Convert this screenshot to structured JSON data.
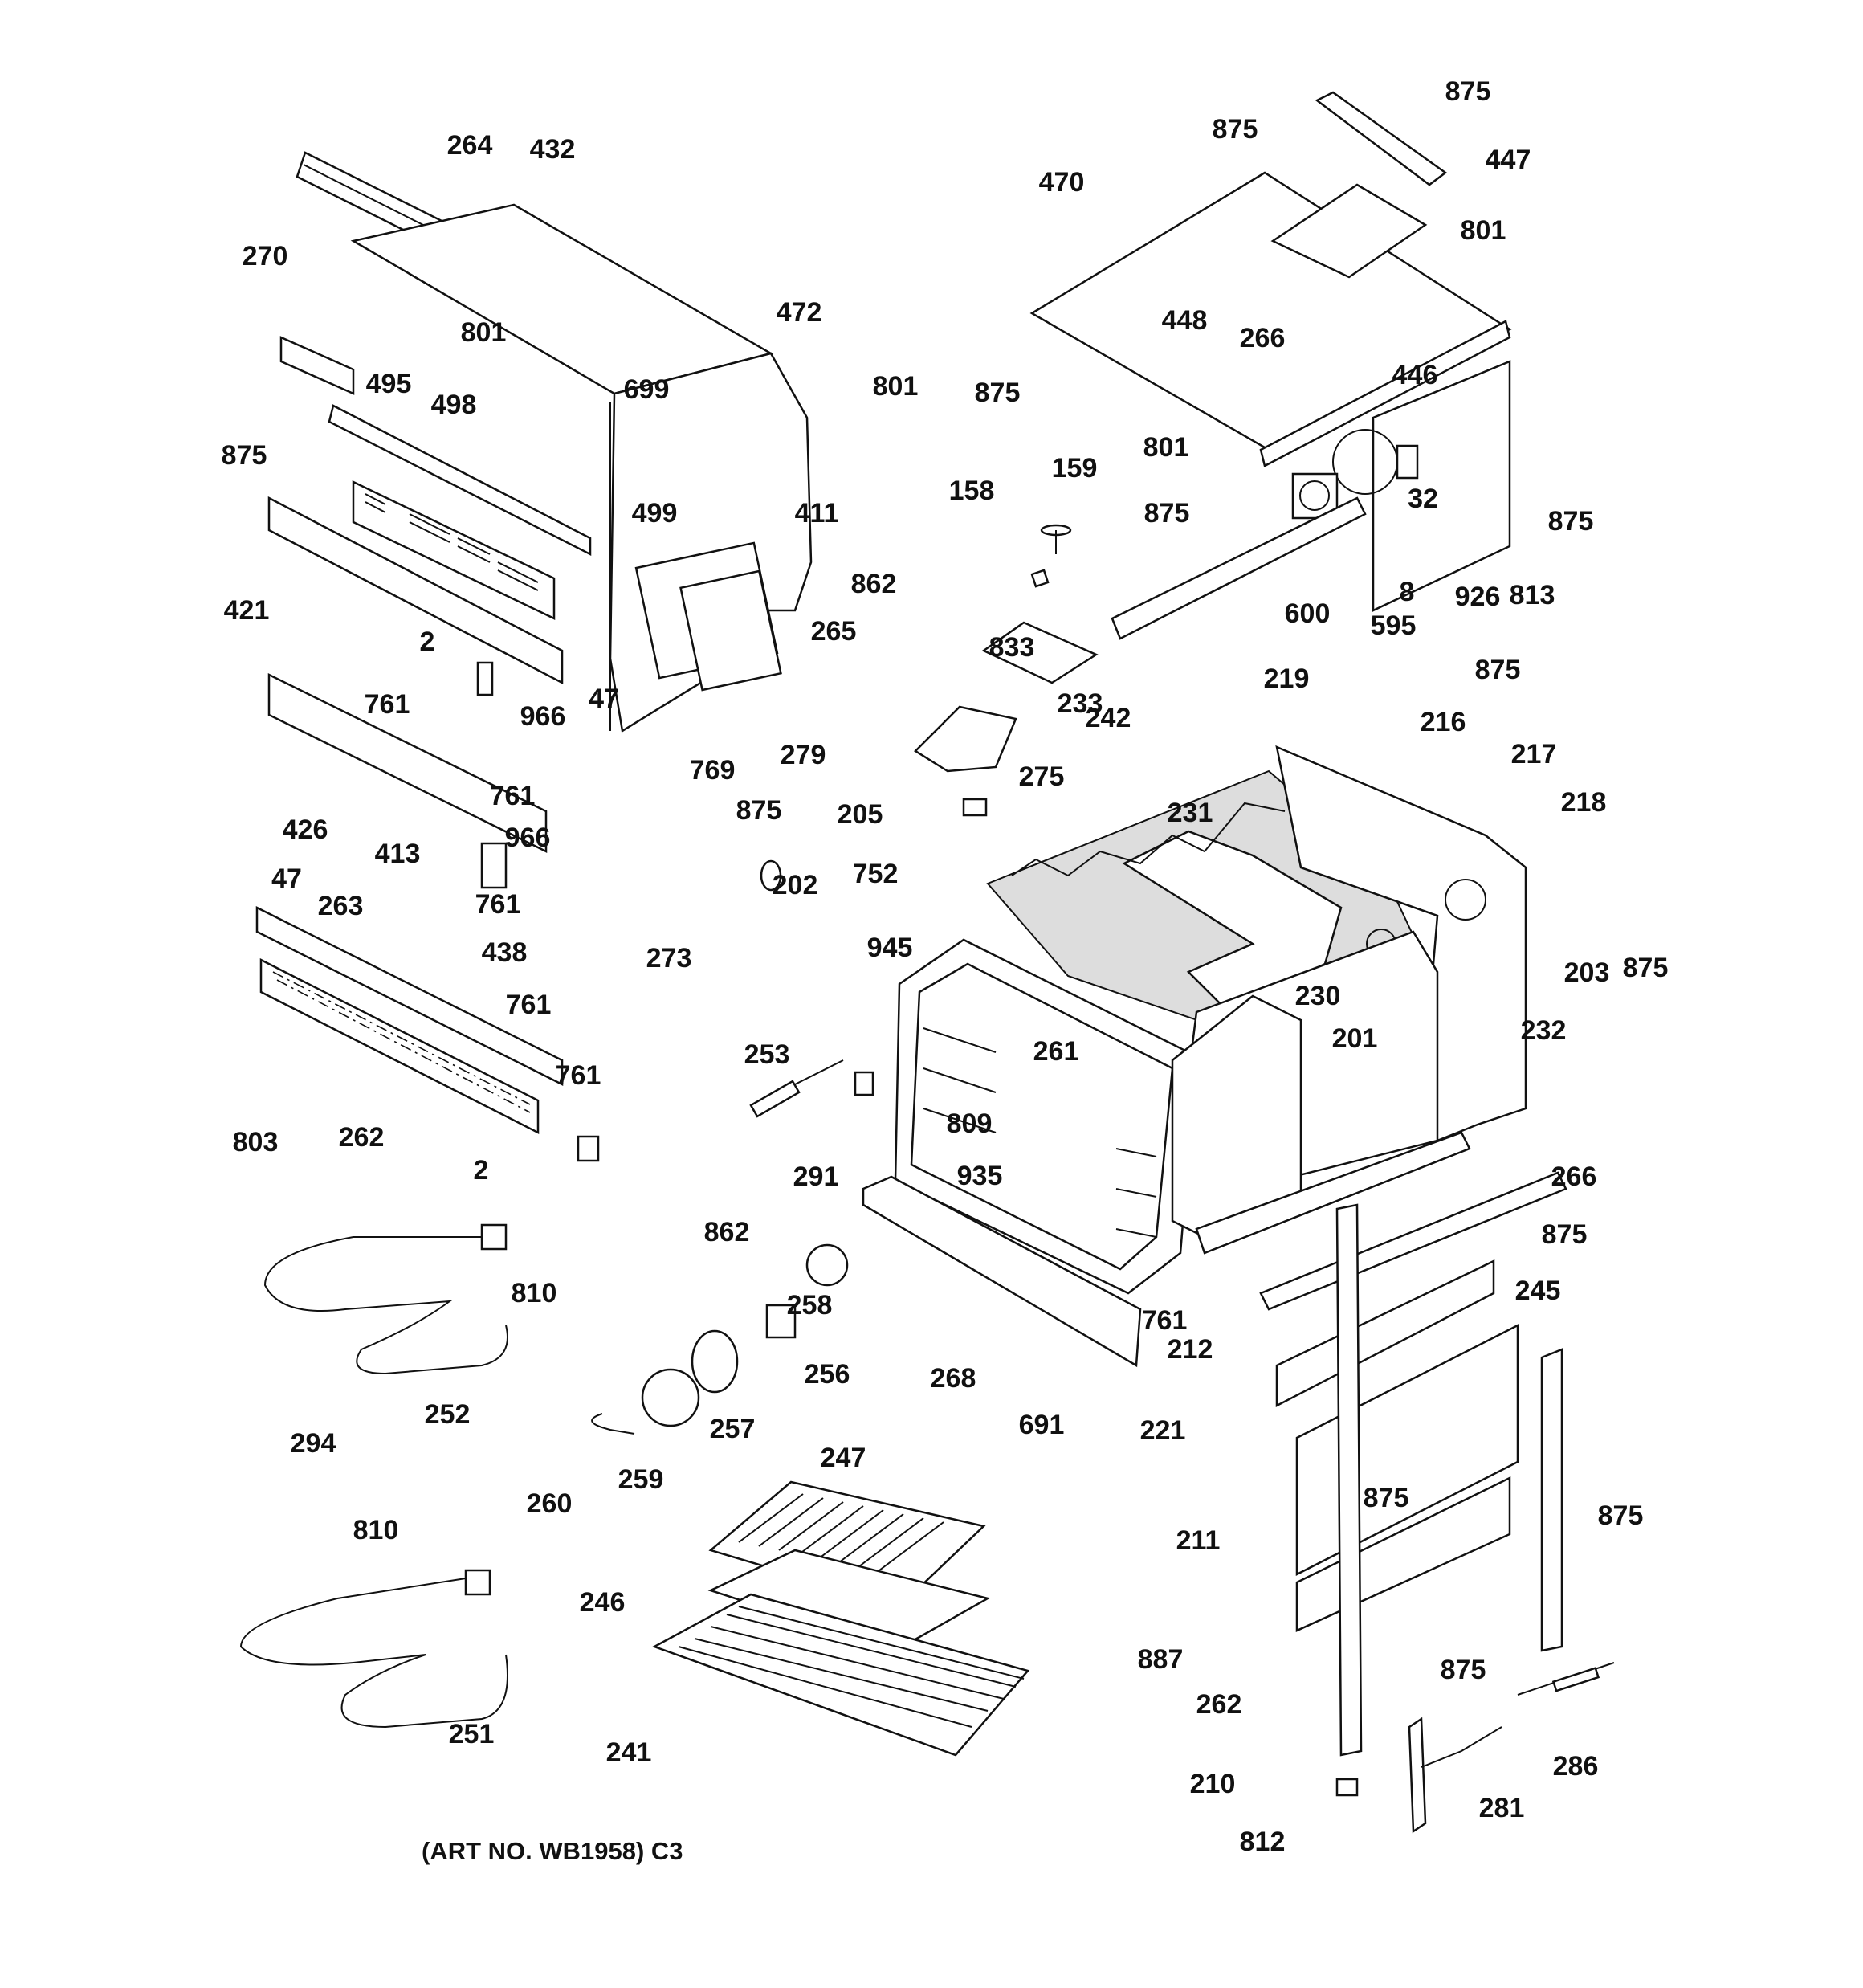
{
  "caption": "(ART NO. WB1958) C3",
  "labels": [
    "875",
    "447",
    "875",
    "801",
    "470",
    "448",
    "266",
    "446",
    "875",
    "801",
    "32",
    "875",
    "8",
    "926",
    "813",
    "875",
    "600",
    "595",
    "219",
    "216",
    "217",
    "218",
    "875",
    "203",
    "232",
    "201",
    "230",
    "233",
    "231",
    "875",
    "159",
    "158",
    "862",
    "275",
    "279",
    "205",
    "752",
    "875",
    "202",
    "945",
    "273",
    "261",
    "809",
    "935",
    "253",
    "291",
    "862",
    "266",
    "875",
    "245",
    "212",
    "761",
    "268",
    "691",
    "221",
    "875",
    "211",
    "875",
    "887",
    "875",
    "262",
    "286",
    "281",
    "210",
    "812",
    "264",
    "432",
    "270",
    "801",
    "472",
    "801",
    "699",
    "495",
    "498",
    "875",
    "411",
    "499",
    "421",
    "265",
    "47",
    "761",
    "966",
    "2",
    "769",
    "761",
    "426",
    "966",
    "413",
    "47",
    "263",
    "761",
    "438",
    "761",
    "761",
    "803",
    "262",
    "2",
    "810",
    "294",
    "252",
    "258",
    "256",
    "257",
    "259",
    "260",
    "247",
    "246",
    "241",
    "810",
    "251",
    "242",
    "833"
  ]
}
